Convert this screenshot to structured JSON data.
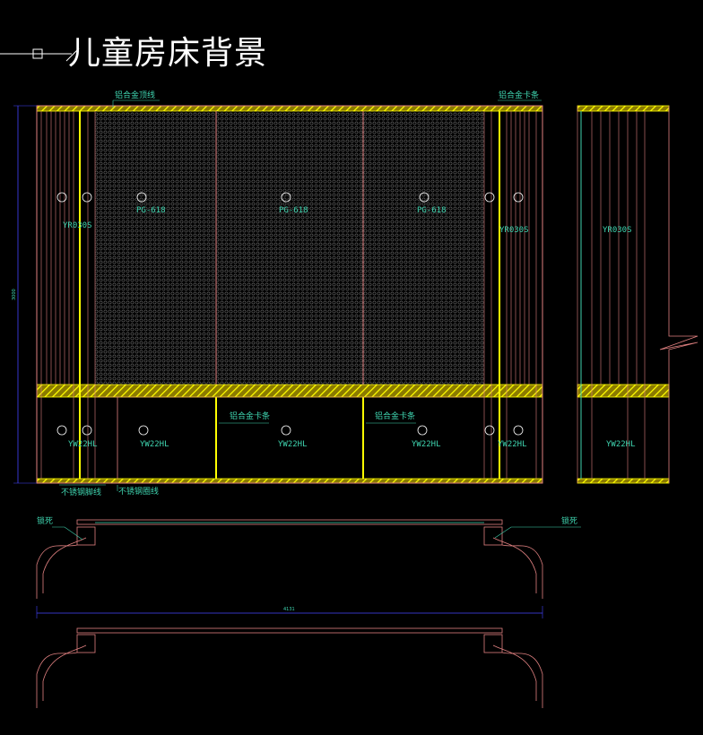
{
  "title": "儿童房床背景",
  "labels": {
    "top_line": "铝合金顶线",
    "card_strip": "铝合金卡条",
    "skirting": "不锈钢脚线",
    "ring_line": "不锈钢圈线",
    "lock": "锁死"
  },
  "codes": {
    "yr": "YR030S",
    "pg": "PG-618",
    "yw": "YW22HL"
  },
  "dimensions": {
    "height": "3000",
    "width": "4131"
  },
  "colors": {
    "frame": "#e08080",
    "yellow": "#ffff00",
    "cyan": "#3fd5b0",
    "dim": "#4444ff"
  }
}
